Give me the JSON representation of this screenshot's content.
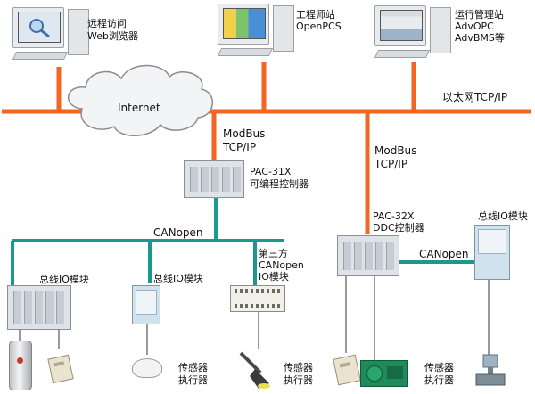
{
  "labels": {
    "remote_pc": [
      "远程访问",
      "Web浏览器"
    ],
    "engineer_pc": [
      "工程师站",
      "OpenPCS"
    ],
    "ops_pc": [
      "运行管理站",
      "AdvOPC",
      "AdvBMS等"
    ],
    "ethernet": "以太网TCP/IP",
    "internet": "Internet",
    "modbus_left": [
      "ModBus",
      "TCP/IP"
    ],
    "modbus_right": [
      "ModBus",
      "TCP/IP"
    ],
    "pac31": [
      "PAC-31X",
      "可编程控制器"
    ],
    "pac32": [
      "PAC-32X",
      "DDC控制器"
    ],
    "canopen_left": "CANopen",
    "canopen_right": "CANopen",
    "io_a": "总线IO模块",
    "io_b": "总线IO模块",
    "io_third": [
      "第三方",
      "CANopen",
      "IO模块"
    ],
    "io_right": "总线IO模块",
    "field_b": [
      "传感器",
      "执行器"
    ],
    "field_c": [
      "传感器",
      "执行器"
    ],
    "field_right": [
      "传感器",
      "执行器"
    ]
  },
  "colors": {
    "ethernet": "#f26522",
    "canopen": "#1a9a8c",
    "drop": "#777777"
  }
}
